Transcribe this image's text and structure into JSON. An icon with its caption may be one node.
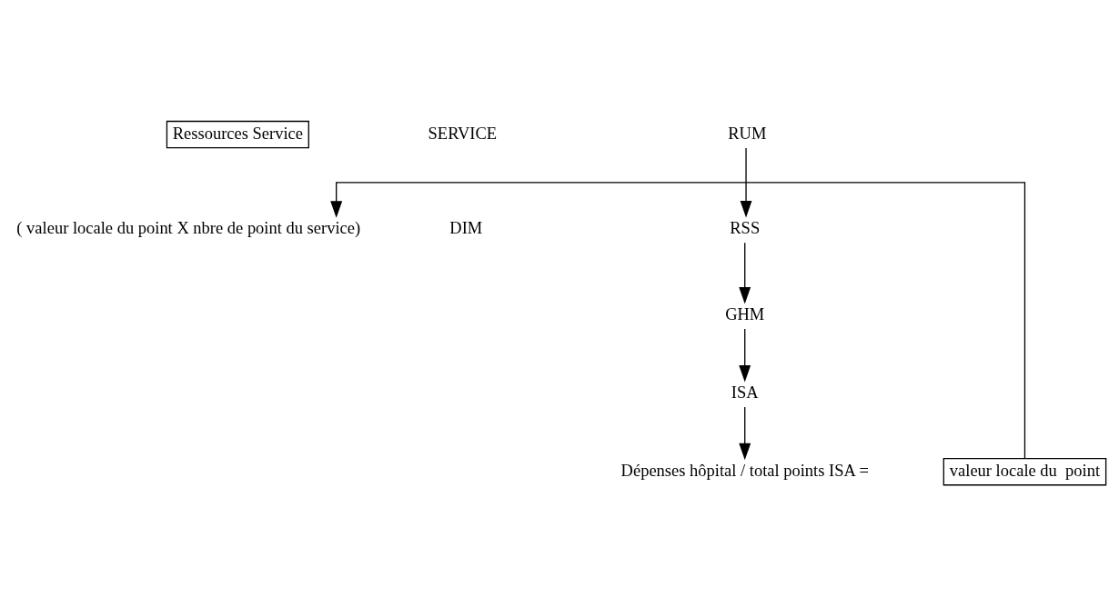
{
  "diagram": {
    "nodes": [
      {
        "text": [
          "RUM"
        ]
      },
      {
        "text": [
          "RSS"
        ]
      },
      {
        "text": [
          "GHM"
        ]
      },
      {
        "text": [
          "ISA"
        ]
      },
      {
        "text": [
          "Dépenses hôpital / total points ISA ="
        ]
      },
      {
        "text": [
          "valeur locale du  point"
        ]
      },
      {
        "text": [
          "( valeur locale du point X nbre de point du service)"
        ]
      },
      {
        "text": [
          "Ressources Service"
        ]
      }
    ],
    "edges": [
      {
        "from": 0,
        "to": 1,
        "arrow": "to"
      },
      {
        "from": 1,
        "to": 2,
        "arrow": "to"
      },
      {
        "from": 2,
        "to": 3,
        "arrow": "to"
      },
      {
        "from": 3,
        "to": 4,
        "arrow": "to"
      },
      {
        "from": 5,
        "to": 6,
        "arrow": "to"
      }
    ],
    "labels": [
      "SERVICE",
      "DIM"
    ]
  }
}
